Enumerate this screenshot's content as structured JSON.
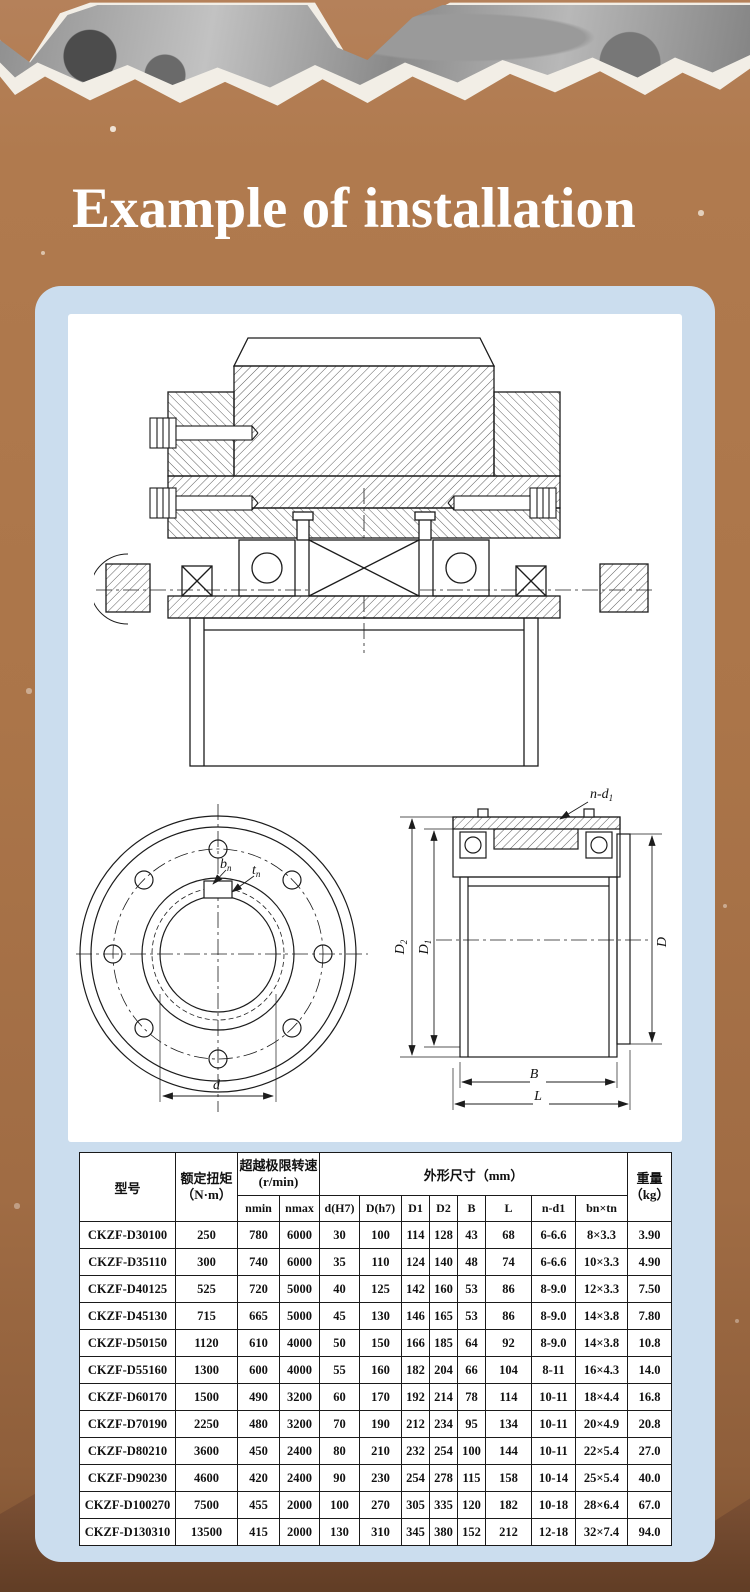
{
  "page": {
    "title": "Example of installation"
  },
  "drawing": {
    "front": {
      "d": "d",
      "bn_main": "b",
      "bn_sub": "n",
      "tn_main": "t",
      "tn_sub": "n"
    },
    "side": {
      "d2_main": "D",
      "d2_sub": "2",
      "d1_main": "D",
      "d1_sub": "1",
      "d": "D",
      "b": "B",
      "l": "L",
      "nd1_main": "n-d",
      "nd1_sub": "1"
    }
  },
  "table": {
    "header": {
      "model": "型号",
      "torque": "额定扭矩\n（N·m）",
      "speed": "超越极限转速\n(r/min)",
      "dimensions": "外形尺寸（mm）",
      "weight": "重量\n（kg）",
      "sub": [
        "nmin",
        "nmax",
        "d(H7)",
        "D(h7)",
        "D1",
        "D2",
        "B",
        "L",
        "n-d1",
        "bn×tn"
      ]
    },
    "rows": [
      [
        "CKZF-D30100",
        "250",
        "780",
        "6000",
        "30",
        "100",
        "114",
        "128",
        "43",
        "68",
        "6-6.6",
        "8×3.3",
        "3.90"
      ],
      [
        "CKZF-D35110",
        "300",
        "740",
        "6000",
        "35",
        "110",
        "124",
        "140",
        "48",
        "74",
        "6-6.6",
        "10×3.3",
        "4.90"
      ],
      [
        "CKZF-D40125",
        "525",
        "720",
        "5000",
        "40",
        "125",
        "142",
        "160",
        "53",
        "86",
        "8-9.0",
        "12×3.3",
        "7.50"
      ],
      [
        "CKZF-D45130",
        "715",
        "665",
        "5000",
        "45",
        "130",
        "146",
        "165",
        "53",
        "86",
        "8-9.0",
        "14×3.8",
        "7.80"
      ],
      [
        "CKZF-D50150",
        "1120",
        "610",
        "4000",
        "50",
        "150",
        "166",
        "185",
        "64",
        "92",
        "8-9.0",
        "14×3.8",
        "10.8"
      ],
      [
        "CKZF-D55160",
        "1300",
        "600",
        "4000",
        "55",
        "160",
        "182",
        "204",
        "66",
        "104",
        "8-11",
        "16×4.3",
        "14.0"
      ],
      [
        "CKZF-D60170",
        "1500",
        "490",
        "3200",
        "60",
        "170",
        "192",
        "214",
        "78",
        "114",
        "10-11",
        "18×4.4",
        "16.8"
      ],
      [
        "CKZF-D70190",
        "2250",
        "480",
        "3200",
        "70",
        "190",
        "212",
        "234",
        "95",
        "134",
        "10-11",
        "20×4.9",
        "20.8"
      ],
      [
        "CKZF-D80210",
        "3600",
        "450",
        "2400",
        "80",
        "210",
        "232",
        "254",
        "100",
        "144",
        "10-11",
        "22×5.4",
        "27.0"
      ],
      [
        "CKZF-D90230",
        "4600",
        "420",
        "2400",
        "90",
        "230",
        "254",
        "278",
        "115",
        "158",
        "10-14",
        "25×5.4",
        "40.0"
      ],
      [
        "CKZF-D100270",
        "7500",
        "455",
        "2000",
        "100",
        "270",
        "305",
        "335",
        "120",
        "182",
        "10-18",
        "28×6.4",
        "67.0"
      ],
      [
        "CKZF-D130310",
        "13500",
        "415",
        "2000",
        "130",
        "310",
        "345",
        "380",
        "152",
        "212",
        "12-18",
        "32×7.4",
        "94.0"
      ]
    ]
  }
}
